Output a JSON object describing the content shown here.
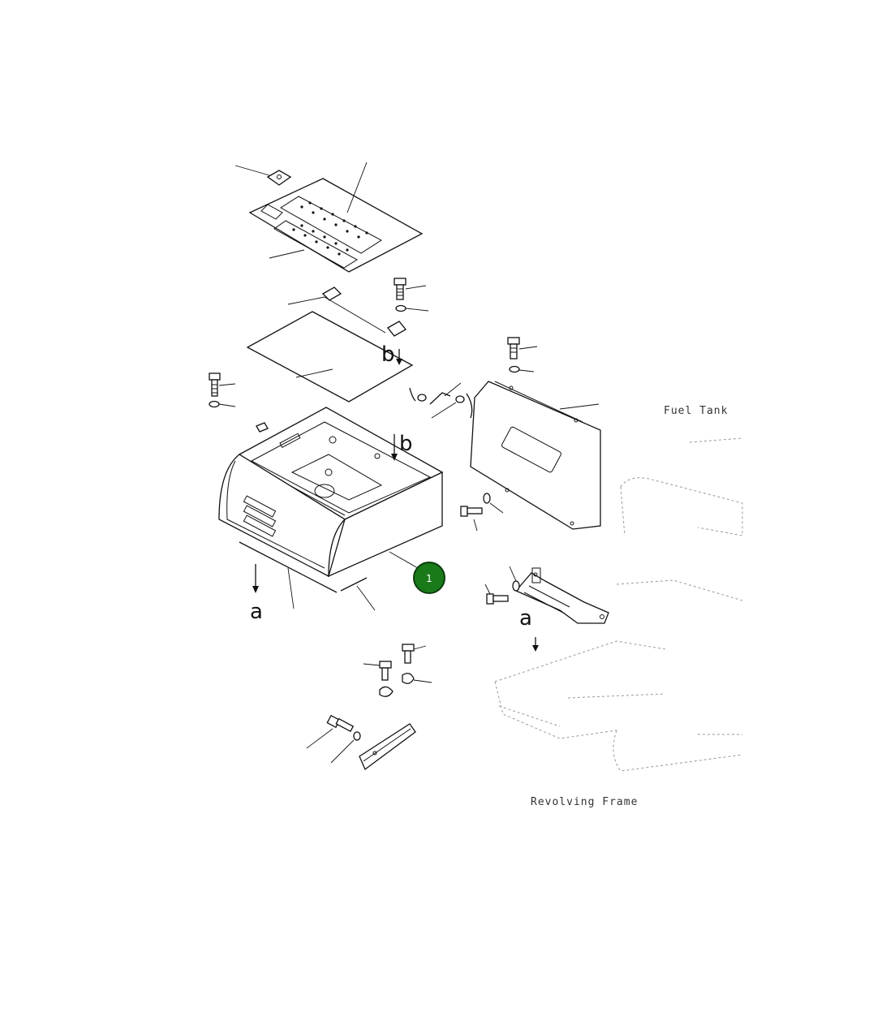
{
  "diagram": {
    "reference_letters": {
      "b_top": "b",
      "b_bottom": "b",
      "a_left": "a",
      "a_right": "a"
    },
    "labels": {
      "fuel_tank": "Fuel Tank",
      "revolving_frame": "Revolving Frame"
    },
    "callouts": [
      {
        "number": "1"
      }
    ],
    "colors": {
      "line": "#111111",
      "callout_fill": "#1a7a1a",
      "callout_stroke": "#0d3d0d"
    }
  }
}
